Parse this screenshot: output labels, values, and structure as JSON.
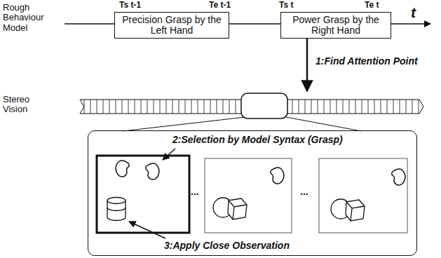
{
  "diagram": {
    "nodes": [
      {
        "text": [
          "Precision Grasp by the Left Hand"
        ]
      },
      {
        "text": [
          "Power Grasp by the Right Hand"
        ]
      },
      {
        "text": [
          "2:Selection by Model Syntax (Grasp)",
          "3:Apply Close Observation"
        ]
      }
    ],
    "labels": [
      "Ts t-1",
      "Te t-1",
      "Ts t",
      "Te t",
      "t",
      "Rough Behaviour Model",
      "1:Find Attention Point",
      "Stereo Vision",
      "...",
      "..."
    ]
  }
}
